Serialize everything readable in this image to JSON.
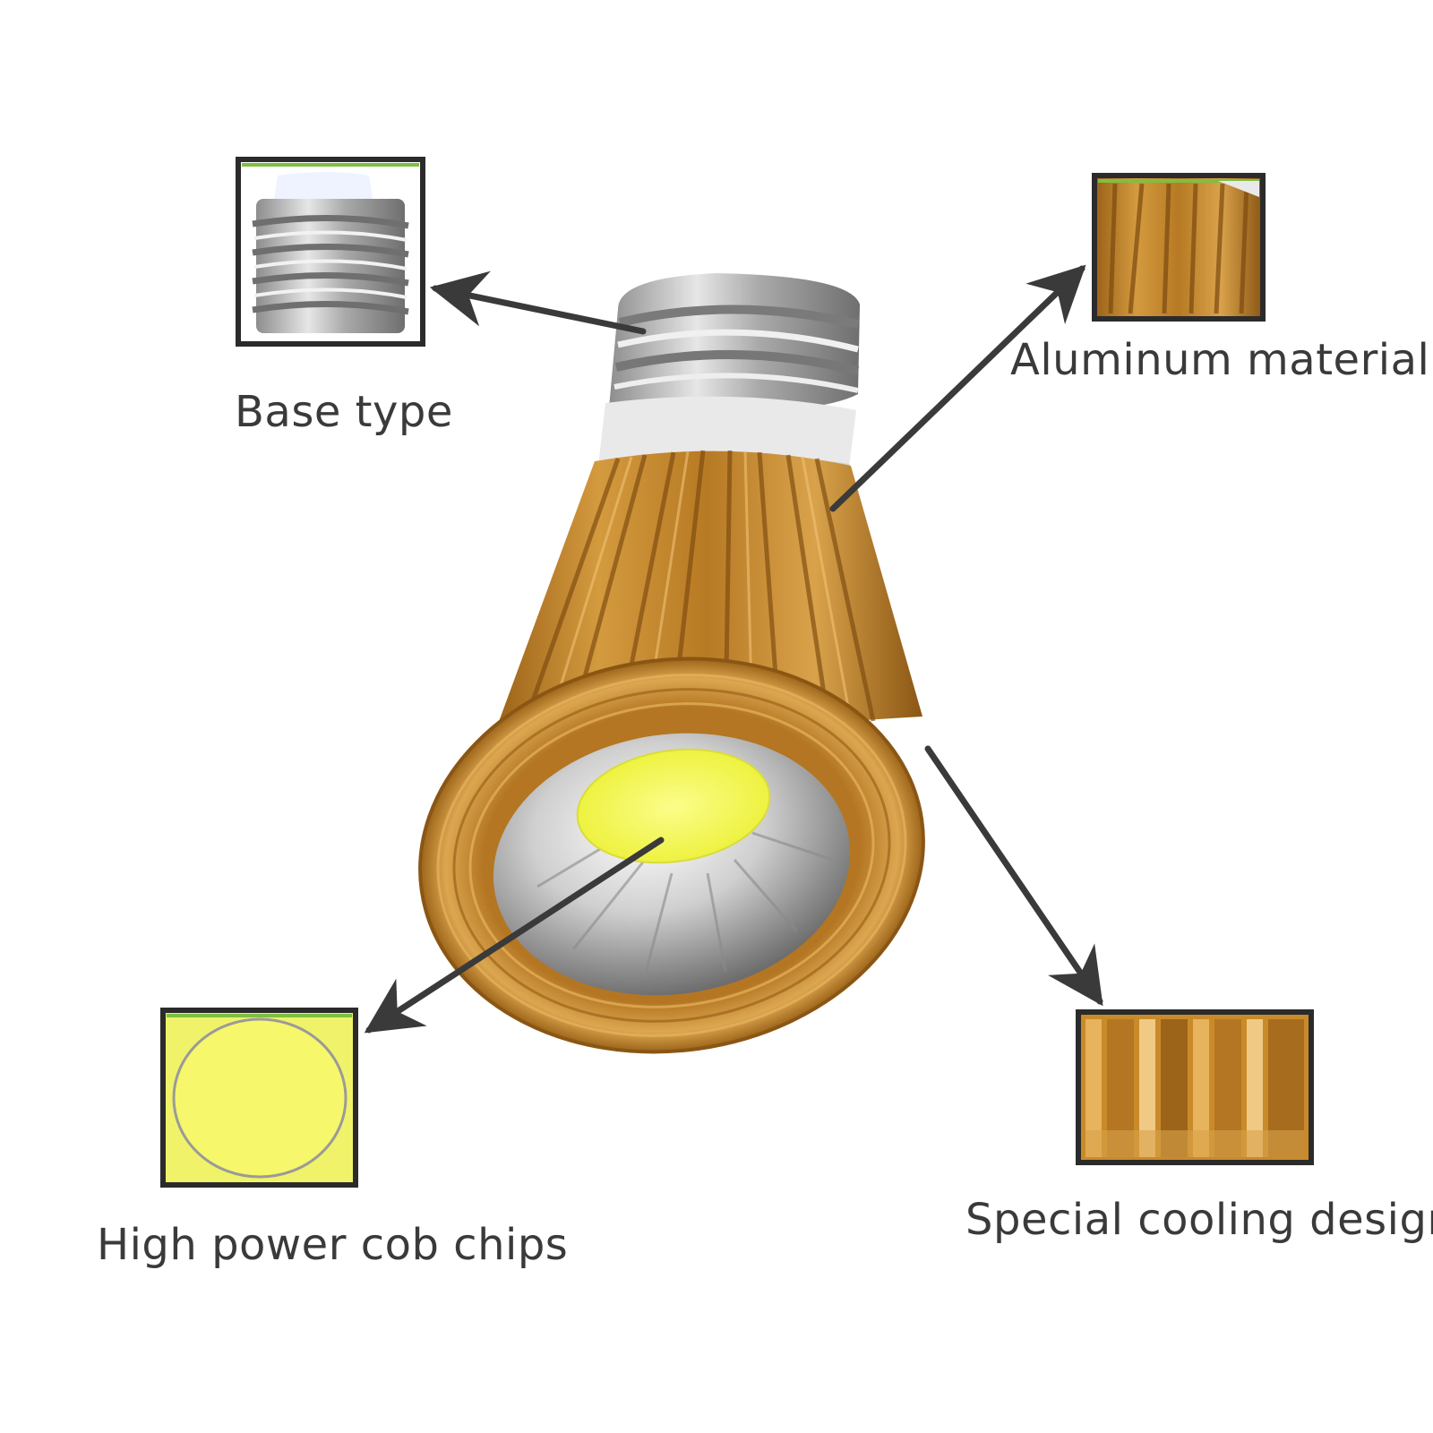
{
  "callouts": {
    "base": {
      "label": "Base type"
    },
    "material": {
      "label": "Aluminum material"
    },
    "chip": {
      "label": "High power cob chips"
    },
    "cooling": {
      "label": "Special cooling design"
    }
  },
  "colors": {
    "gold": "#c98a2a",
    "gold_dark": "#8a5614",
    "gold_light": "#e0a94a",
    "chip": "#f4f65a",
    "frame": "#2b2b2b",
    "frame_accent": "#7fbf3f",
    "arrow": "#3a3a3a",
    "silver": "#c9c9c9"
  }
}
